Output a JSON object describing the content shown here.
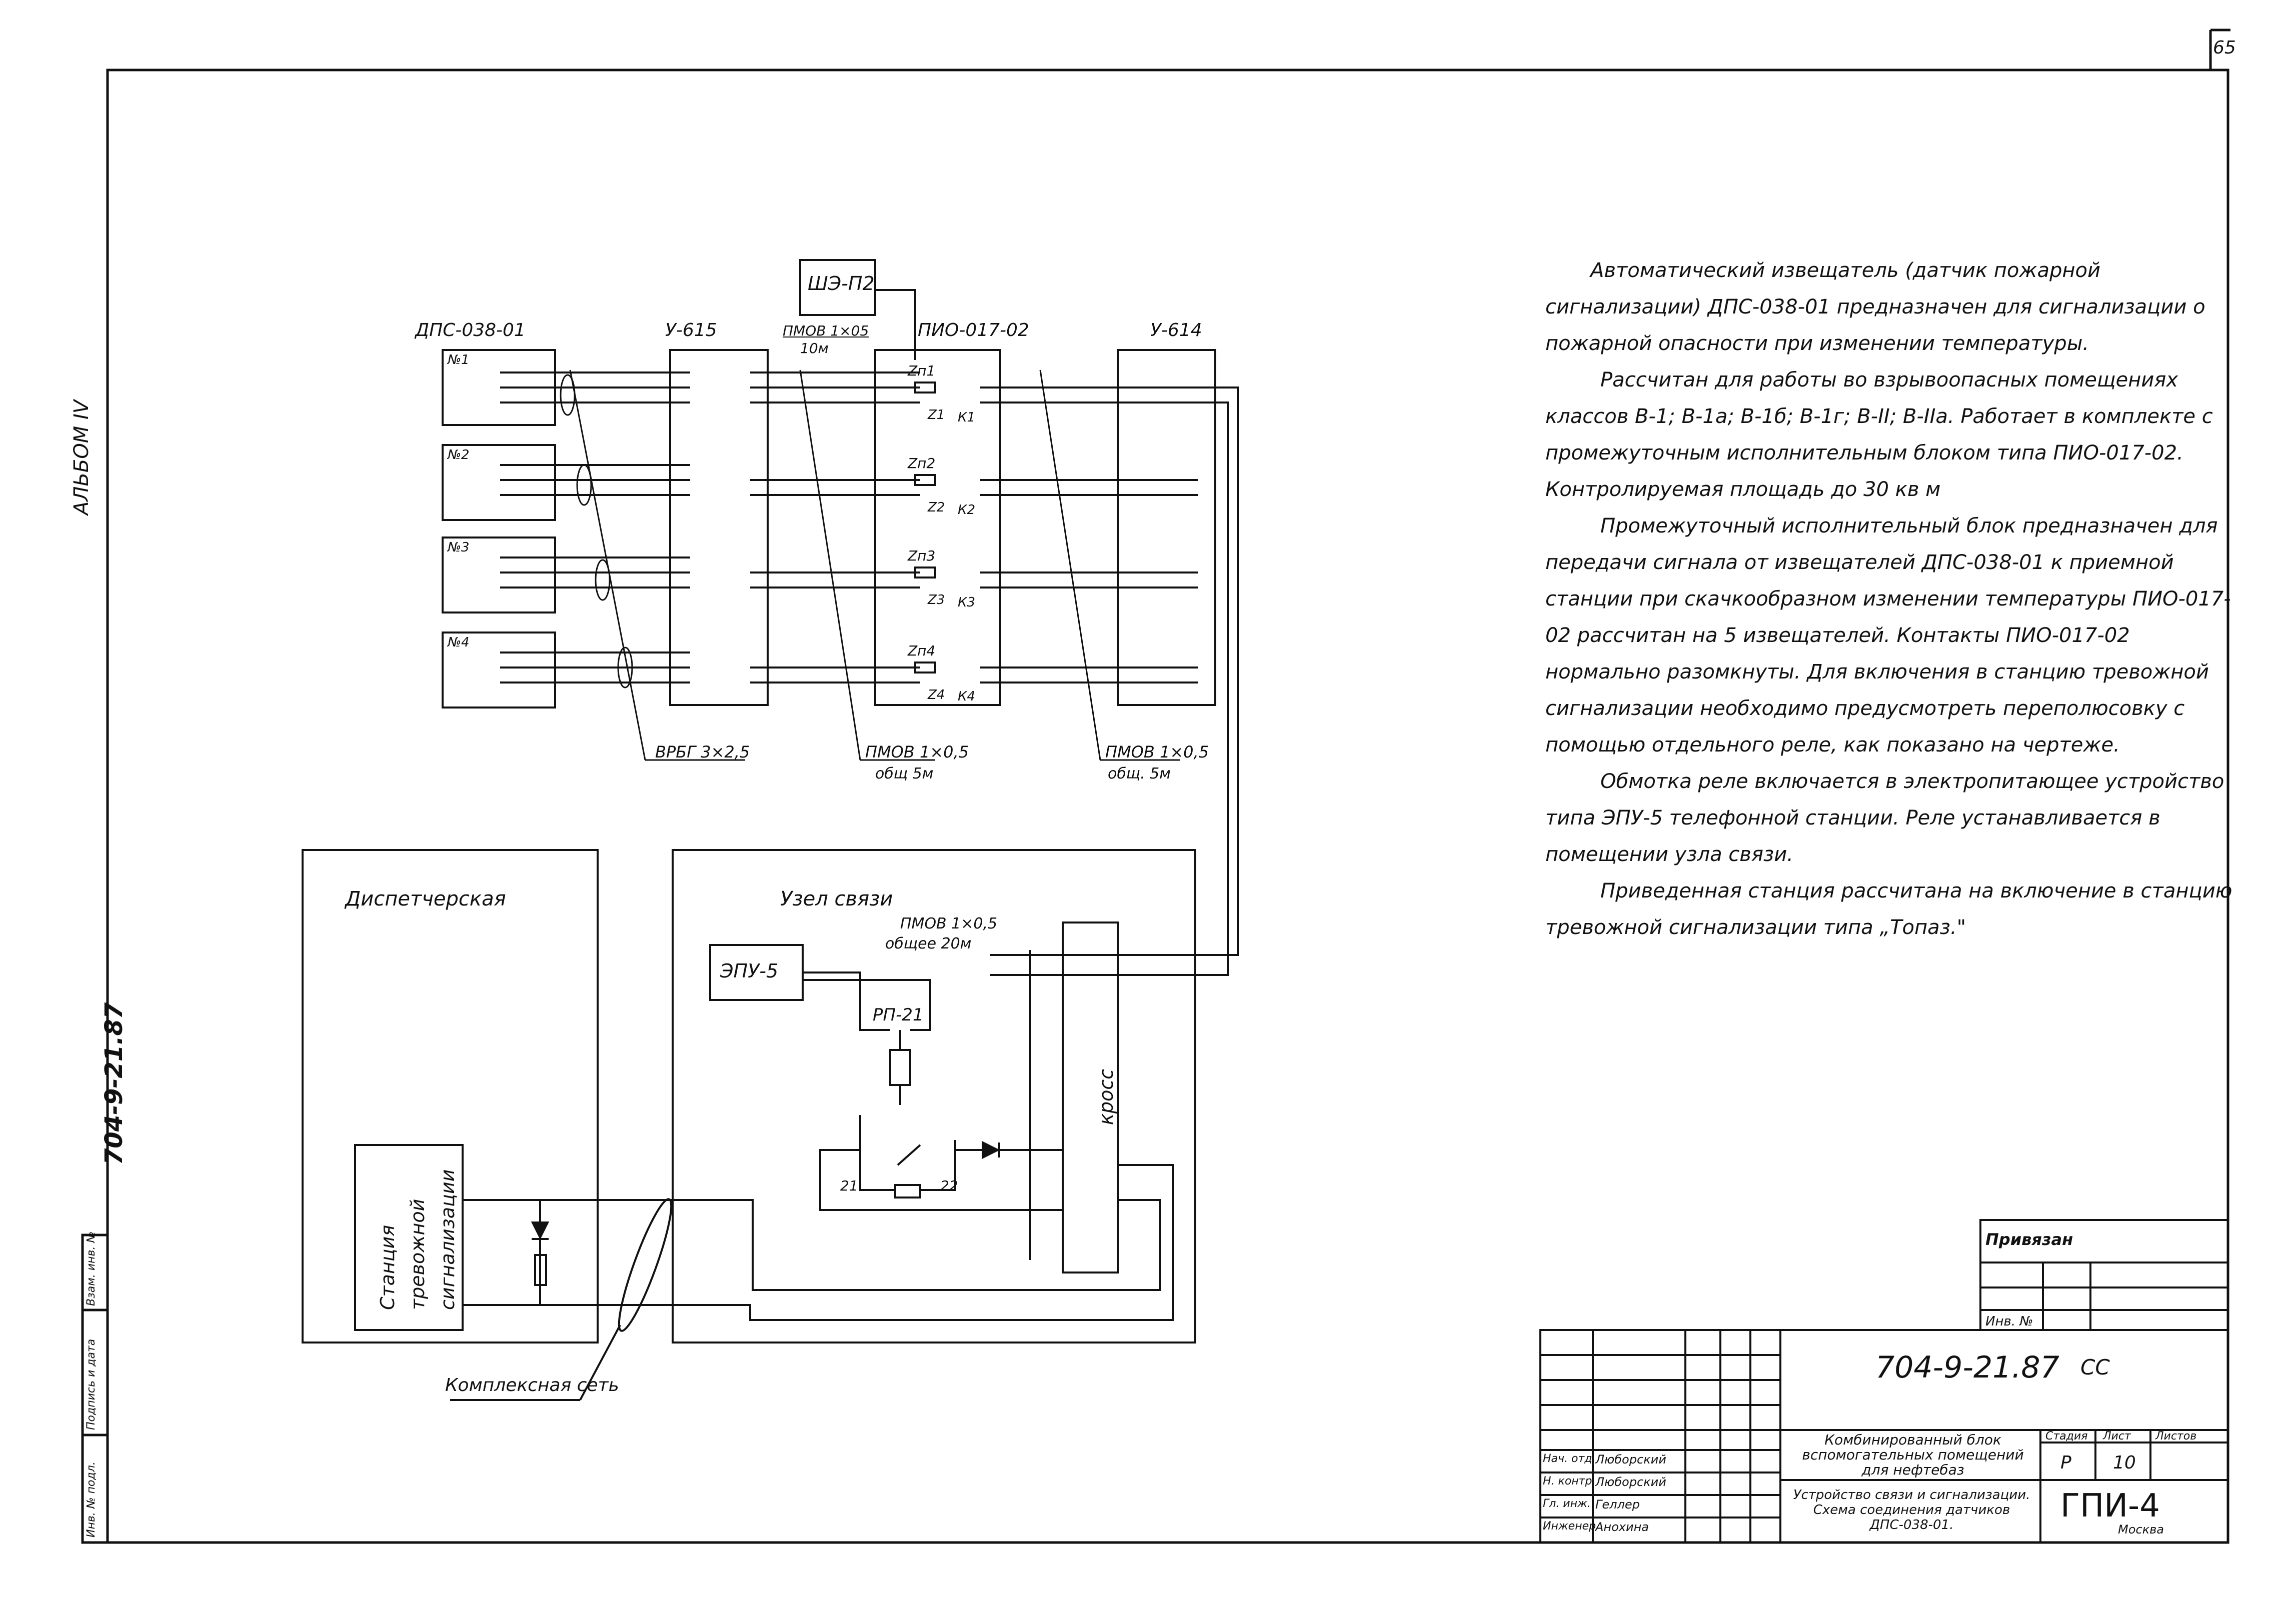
{
  "page_number": "65",
  "album_label": "АЛЬБОМ IV",
  "doc_code_side": "704-9-21.87",
  "left_stamp": {
    "cells": [
      "Инв. № подл.",
      "Подпись и дата",
      "Взам. инв. №"
    ]
  },
  "diagram": {
    "blocks": {
      "dps_title": "ДПС-038-01",
      "u615_title": "У-615",
      "pio_title": "ПИО-017-02",
      "u614_title": "У-614",
      "shep2": "ШЭ-П2",
      "pmov_top": "ПМОВ 1×05",
      "pmov_top_len": "10м",
      "sensor_nums": [
        "№1",
        "№2",
        "№3",
        "№4"
      ],
      "zn": [
        "Zп1",
        "Zп2",
        "Zп3",
        "Zп4"
      ],
      "z": [
        "Z1",
        "Z2",
        "Z3",
        "Z4"
      ],
      "k": [
        "К1",
        "К2",
        "К3",
        "К4"
      ],
      "cable_vrbg": "ВРБГ 3×2,5",
      "cable_pmov1": "ПМОВ 1×0,5",
      "cable_pmov1_len": "общ 5м",
      "cable_pmov2": "ПМОВ 1×0,5",
      "cable_pmov2_len": "общ. 5м",
      "room_dispatch": "Диспетчерская",
      "room_node": "Узел связи",
      "epu": "ЭПУ-5",
      "pmov3": "ПМОВ 1×0,5",
      "pmov3_len": "общее 20м",
      "relay": "РП-21",
      "cross": "кросс",
      "station": "Станция тревожной сигнализации",
      "contact_21": "21",
      "contact_22": "22",
      "complex_net": "Комплексная сеть"
    }
  },
  "description": [
    "Автоматический извещатель (датчик пожарной сигнализации) ДПС-038-01 предназначен для сигнализации о пожарной опасности при изменении температуры.",
    "Рассчитан для работы во взрывоопасных помещениях классов В-1; В-1а; В-1б; В-1г; В-II; В-IIа. Работает в комплекте с промежуточным исполнительным блоком типа ПИО-017-02. Контролируемая площадь до 30 кв м",
    "Промежуточный исполнительный блок предназначен для передачи сигнала от извещателей ДПС-038-01 к приемной станции при скачкообразном изменении температуры ПИО-017-02 рассчитан на 5 извещателей. Контакты ПИО-017-02 нормально разомкнуты. Для включения в станцию тревожной сигнализации необходимо предусмотреть переполюсовку с помощью отдельного реле, как показано на чертеже.",
    "Обмотка реле включается в электропитающее устройство типа ЭПУ-5 телефонной станции. Реле устанавливается в помещении узла связи.",
    "Приведенная станция рассчитана на включение в станцию тревожной сигнализации типа „Топаз.\""
  ],
  "title_block": {
    "privyazan": "Привязан",
    "inv_no": "Инв. №",
    "doc_code": "704-9-21.87",
    "doc_suffix": "СС",
    "project_title": "Комбинированный блок вспомогательных помещений для нефтебаз",
    "stage_h": "Стадия",
    "sheet_h": "Лист",
    "sheets_h": "Листов",
    "stage": "Р",
    "sheet": "10",
    "sheet_title": "Устройство связи и сигнализации. Схема соединения датчиков ДПС-038-01.",
    "org": "ГПИ-4",
    "city": "Москва",
    "signers": [
      {
        "role": "Нач. отд.",
        "name": "Люборский"
      },
      {
        "role": "Н. контр.",
        "name": "Люборский"
      },
      {
        "role": "Гл. инж.",
        "name": "Геллер"
      },
      {
        "role": "Инженер",
        "name": "Анохина"
      }
    ]
  }
}
